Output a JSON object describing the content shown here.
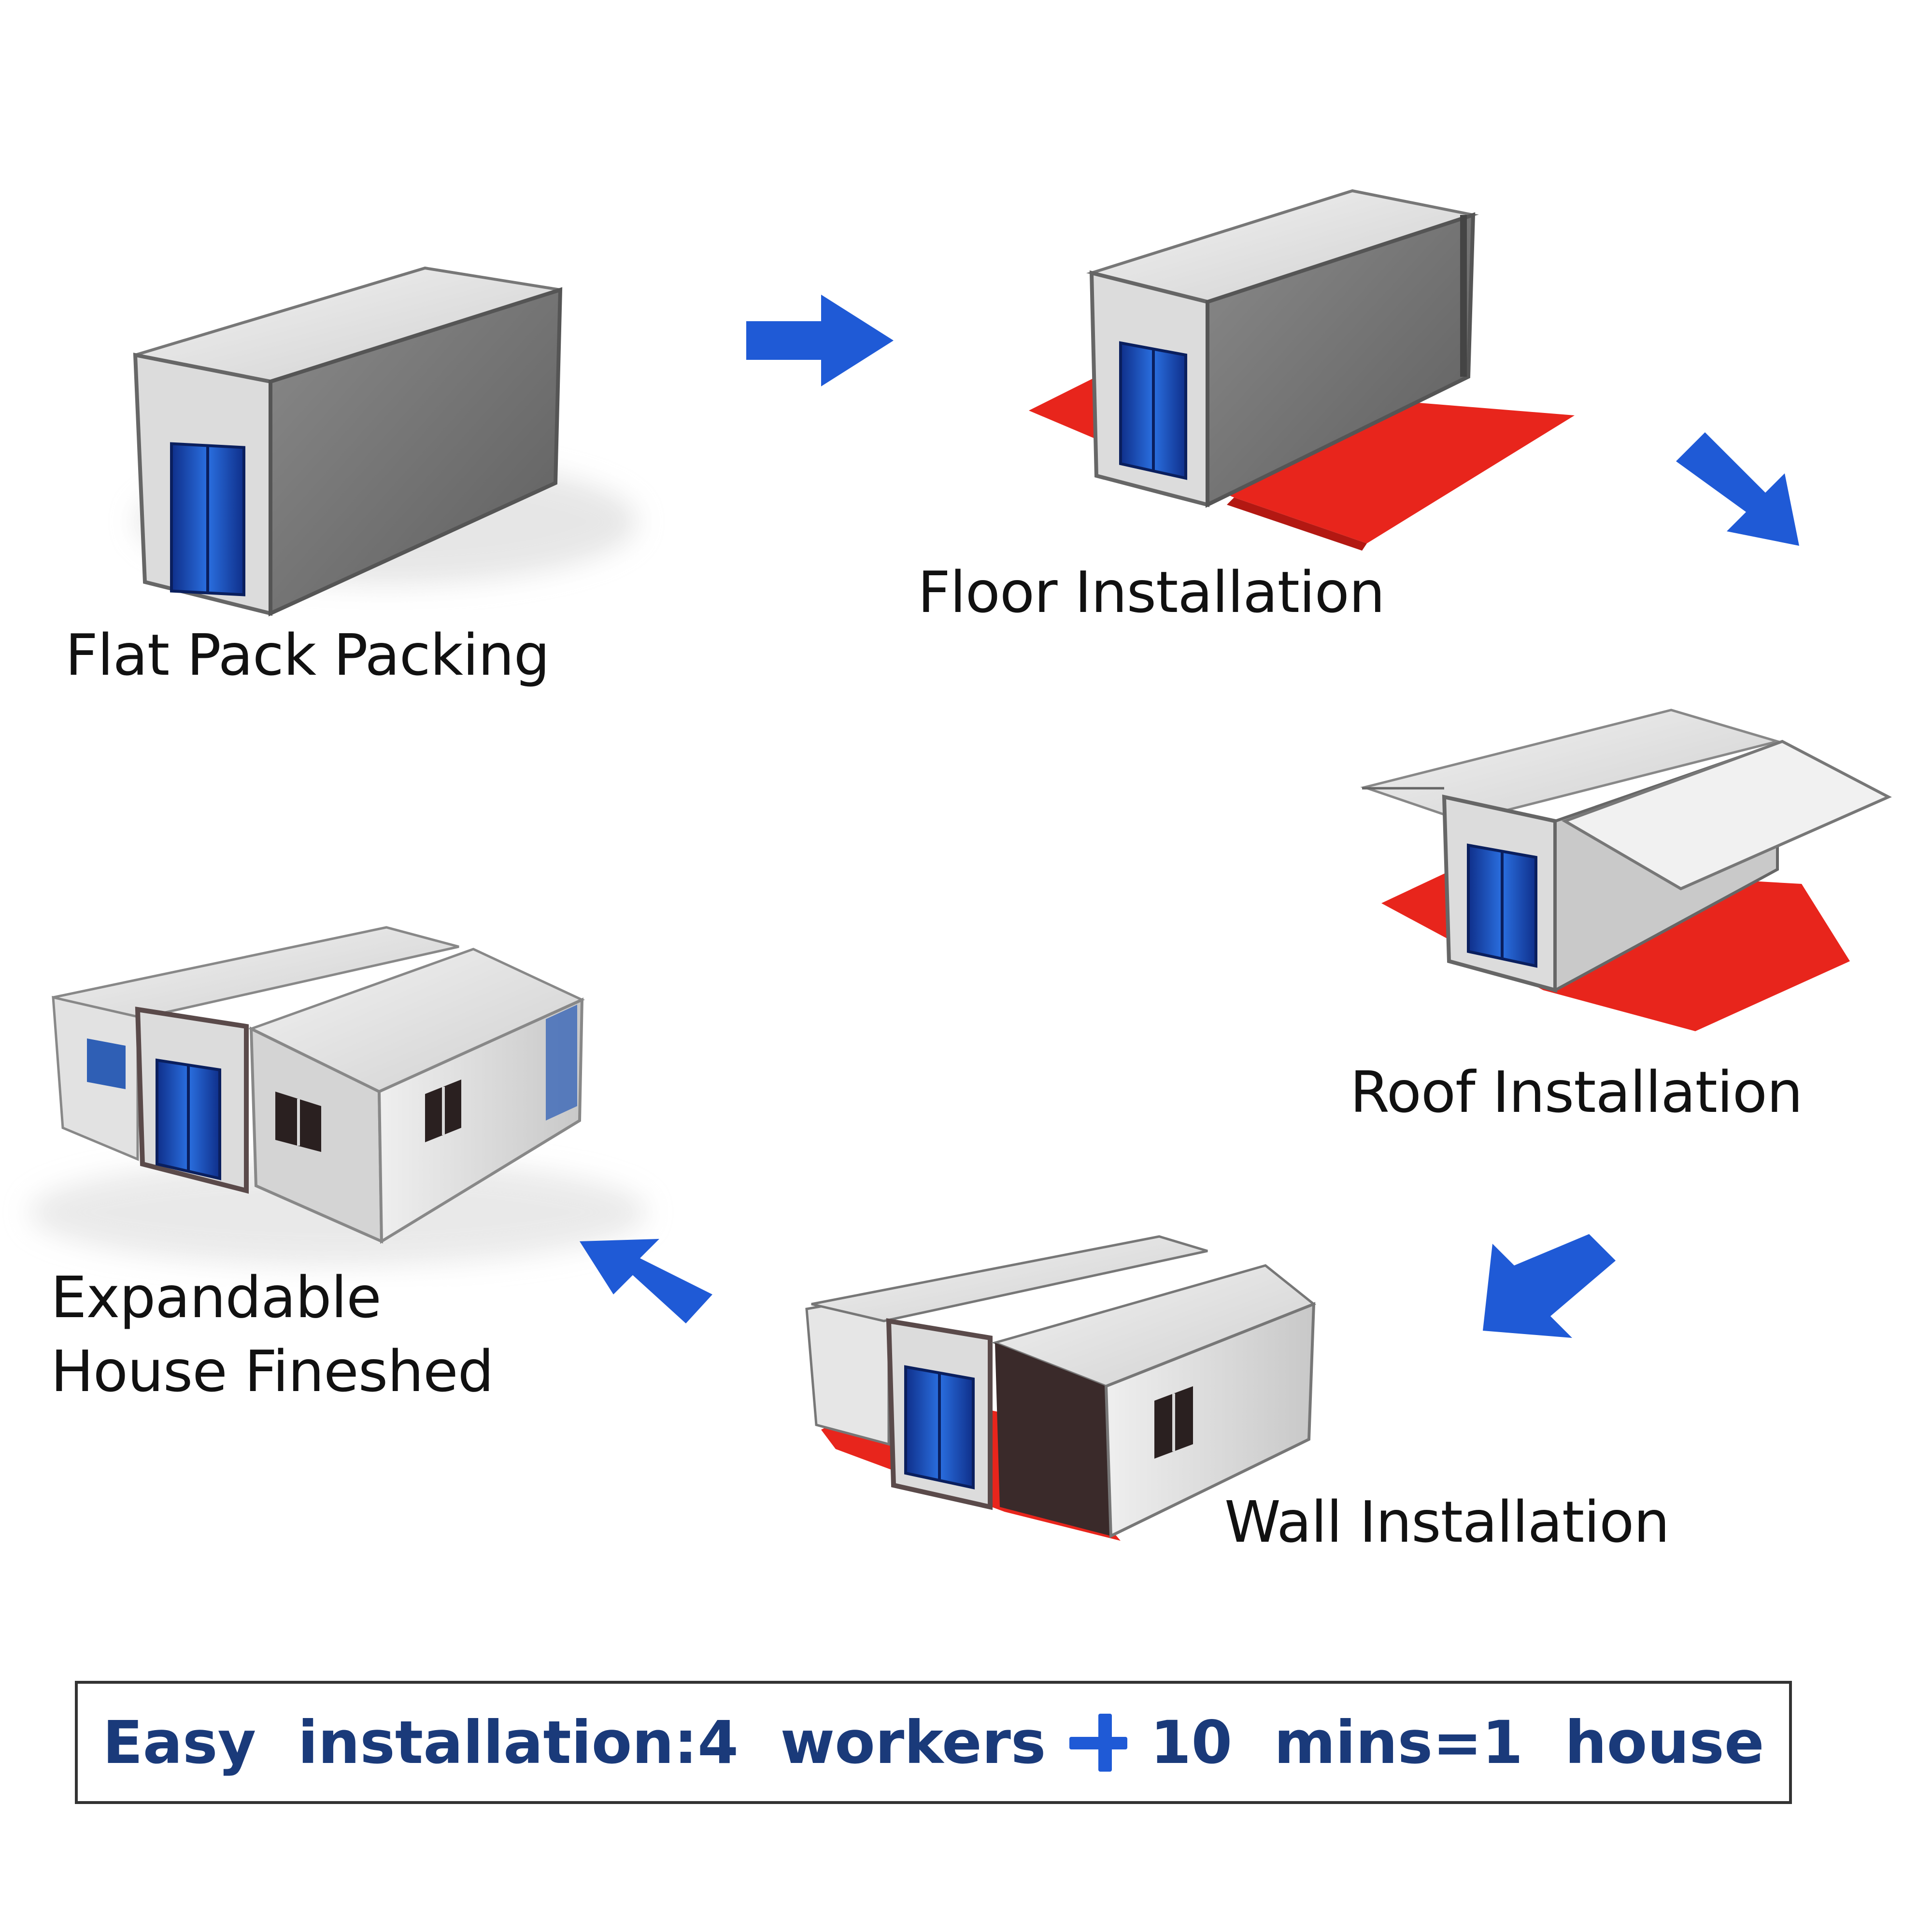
{
  "steps": [
    {
      "id": "flat-pack",
      "label": "Flat Pack Packing"
    },
    {
      "id": "floor",
      "label": "Floor Installation"
    },
    {
      "id": "roof",
      "label": "Roof Installation"
    },
    {
      "id": "wall",
      "label": "Wall Installation"
    },
    {
      "id": "finished",
      "label_line1": "Expandable",
      "label_line2": "House Fineshed"
    }
  ],
  "summary": {
    "part1": "Easy installation:4 workers",
    "part2": "10 mins=1 house"
  },
  "colors": {
    "arrow": "#1f5ad6",
    "floor": "#e8251c",
    "door": "#1848b8",
    "panel_light": "#e9e9e9",
    "panel_shade": "#bdbdbd",
    "frame": "#5a4a4a",
    "summary_text": "#1a3a7a"
  },
  "icons": [
    "arrow-right-icon",
    "arrow-down-right-icon",
    "arrow-down-left-icon",
    "arrow-up-left-icon",
    "plus-icon"
  ]
}
